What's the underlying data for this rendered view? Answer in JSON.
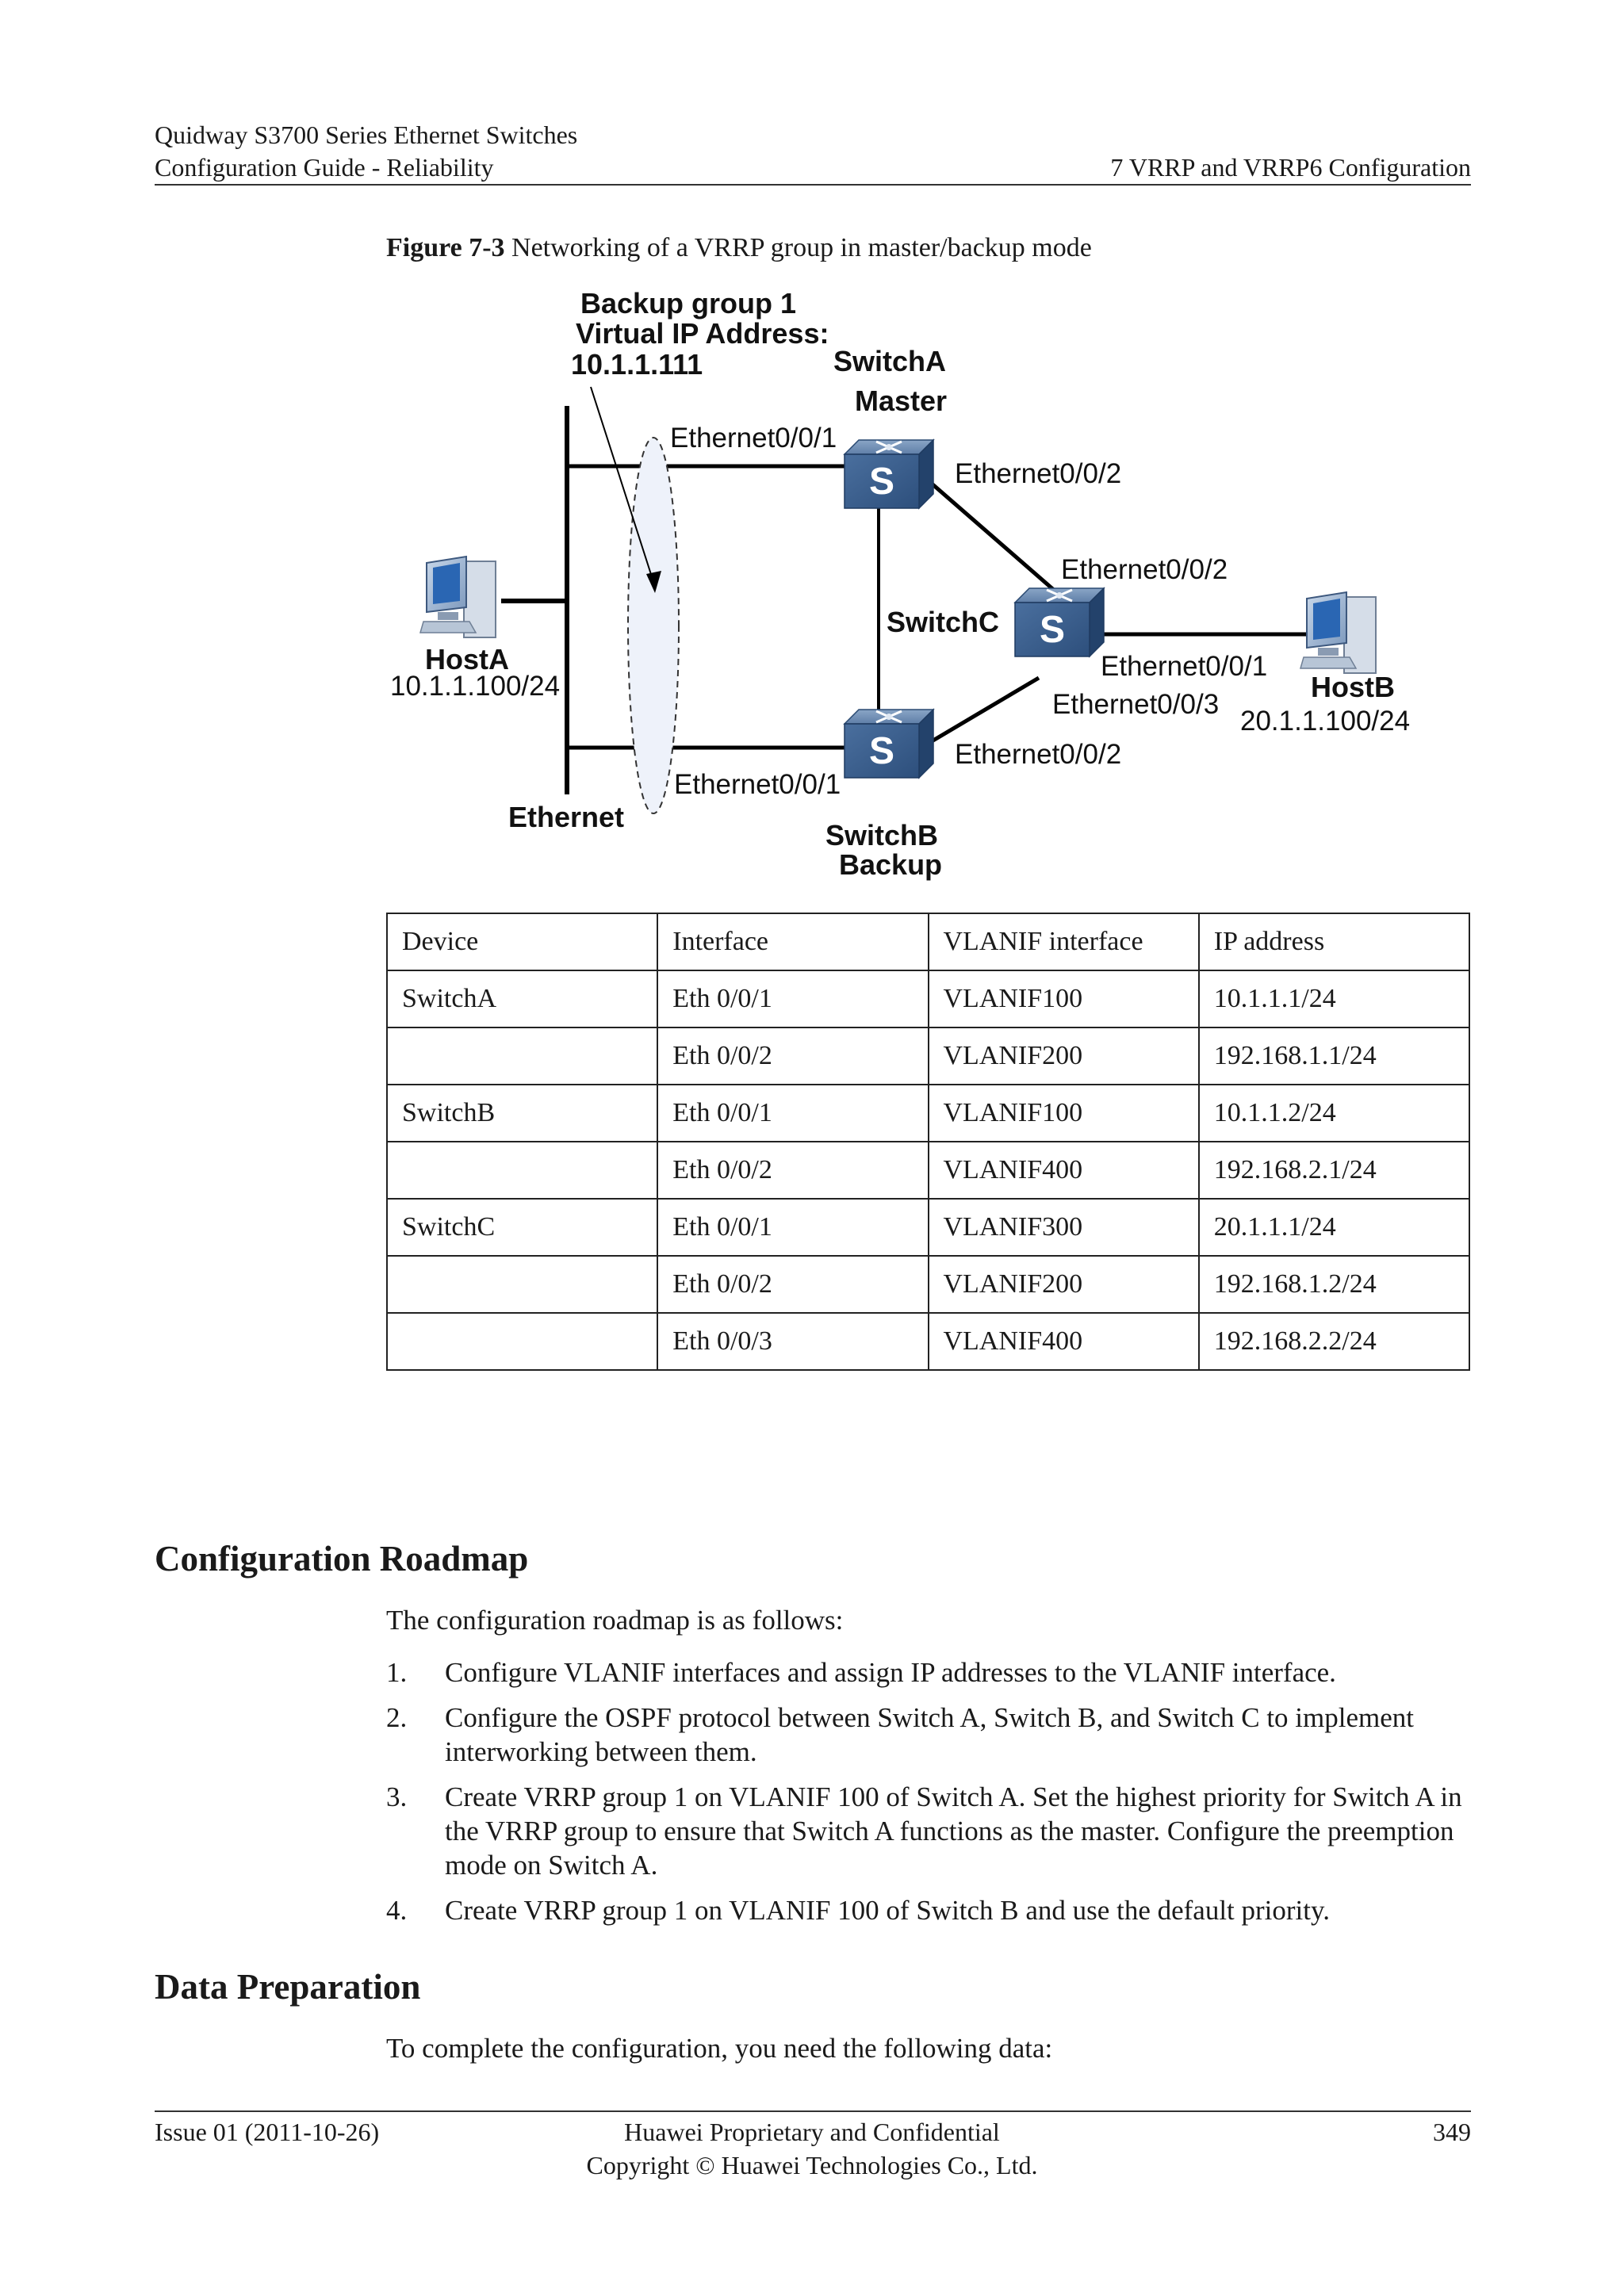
{
  "header": {
    "product": "Quidway S3700 Series Ethernet Switches",
    "guide": "Configuration Guide - Reliability",
    "chapter": "7 VRRP and VRRP6 Configuration"
  },
  "figure": {
    "number": "Figure 7-3",
    "title": "Networking of a VRRP group in master/backup mode",
    "labels": {
      "backup_group": "Backup group 1",
      "virtual_ip_label": "Virtual IP Address:",
      "virtual_ip": "10.1.1.111",
      "switch_a": "SwitchA",
      "master": "Master",
      "switch_b": "SwitchB",
      "backup": "Backup",
      "switch_c": "SwitchC",
      "host_a": "HostA",
      "host_a_ip": "10.1.1.100/24",
      "host_b": "HostB",
      "host_b_ip": "20.1.1.100/24",
      "ethernet": "Ethernet",
      "a_eth1": "Ethernet0/0/1",
      "a_eth2": "Ethernet0/0/2",
      "b_eth1": "Ethernet0/0/1",
      "b_eth2": "Ethernet0/0/2",
      "c_eth2": "Ethernet0/0/2",
      "c_eth1": "Ethernet0/0/1",
      "c_eth3": "Ethernet0/0/3",
      "switch_glyph": "S"
    }
  },
  "table": {
    "headers": [
      "Device",
      "Interface",
      "VLANIF interface",
      "IP address"
    ],
    "rows": [
      [
        "SwitchA",
        "Eth 0/0/1",
        "VLANIF100",
        "10.1.1.1/24"
      ],
      [
        "",
        "Eth 0/0/2",
        "VLANIF200",
        "192.168.1.1/24"
      ],
      [
        "SwitchB",
        "Eth 0/0/1",
        "VLANIF100",
        "10.1.1.2/24"
      ],
      [
        "",
        "Eth 0/0/2",
        "VLANIF400",
        "192.168.2.1/24"
      ],
      [
        "SwitchC",
        "Eth 0/0/1",
        "VLANIF300",
        "20.1.1.1/24"
      ],
      [
        "",
        "Eth 0/0/2",
        "VLANIF200",
        "192.168.1.2/24"
      ],
      [
        "",
        "Eth 0/0/3",
        "VLANIF400",
        "192.168.2.2/24"
      ]
    ]
  },
  "roadmap": {
    "heading": "Configuration Roadmap",
    "intro": "The configuration roadmap is as follows:",
    "steps": [
      {
        "num": "1.",
        "text": "Configure VLANIF interfaces and assign IP addresses to the VLANIF interface."
      },
      {
        "num": "2.",
        "text": "Configure the OSPF protocol between Switch A, Switch B, and Switch C to implement interworking between them."
      },
      {
        "num": "3.",
        "text": "Create VRRP group 1 on VLANIF 100 of Switch A. Set the highest priority for Switch A in the VRRP group to ensure that Switch A functions as the master. Configure the preemption mode on Switch A."
      },
      {
        "num": "4.",
        "text": "Create VRRP group 1 on VLANIF 100 of Switch B and use the default priority."
      }
    ]
  },
  "data_prep": {
    "heading": "Data Preparation",
    "intro": "To complete the configuration, you need the following data:"
  },
  "footer": {
    "issue": "Issue 01 (2011-10-26)",
    "confidential": "Huawei Proprietary and Confidential",
    "copyright": "Copyright © Huawei Technologies Co., Ltd.",
    "page": "349"
  }
}
